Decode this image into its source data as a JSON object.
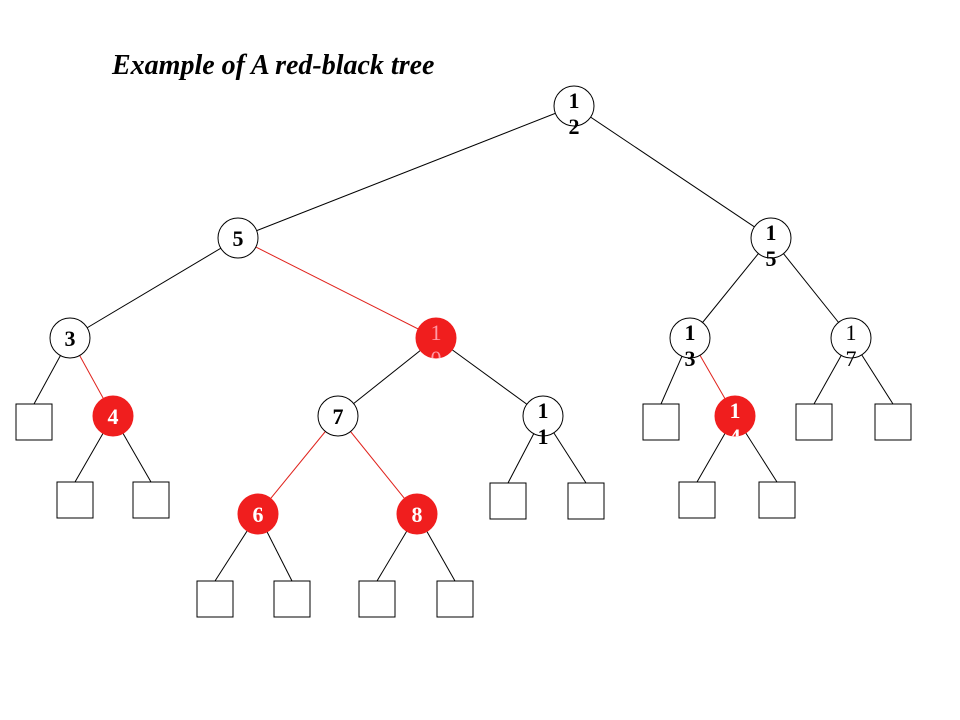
{
  "title": "Example of A red-black tree",
  "colors": {
    "red": "#f01e1e",
    "black": "#000000",
    "white": "#ffffff"
  },
  "nodes": [
    {
      "id": "n12",
      "color": "black",
      "lines": [
        "1",
        "2"
      ]
    },
    {
      "id": "n5",
      "color": "black",
      "lines": [
        "5"
      ]
    },
    {
      "id": "n15",
      "color": "black",
      "lines": [
        "1",
        "5"
      ]
    },
    {
      "id": "n3",
      "color": "black",
      "lines": [
        "3"
      ]
    },
    {
      "id": "n10",
      "color": "red",
      "lines": [
        "1",
        "0"
      ]
    },
    {
      "id": "n13",
      "color": "black",
      "lines": [
        "1",
        "3"
      ]
    },
    {
      "id": "n17",
      "color": "black",
      "lines": [
        "1",
        "7"
      ]
    },
    {
      "id": "n4",
      "color": "red",
      "lines": [
        "4"
      ]
    },
    {
      "id": "n7",
      "color": "black",
      "lines": [
        "7"
      ]
    },
    {
      "id": "n11",
      "color": "black",
      "lines": [
        "1",
        "1"
      ]
    },
    {
      "id": "n14",
      "color": "red",
      "lines": [
        "1",
        "4"
      ]
    },
    {
      "id": "n6",
      "color": "red",
      "lines": [
        "6"
      ]
    },
    {
      "id": "n8",
      "color": "red",
      "lines": [
        "8"
      ]
    }
  ],
  "edges": [
    {
      "from": "n12",
      "to": "n5",
      "color": "black"
    },
    {
      "from": "n12",
      "to": "n15",
      "color": "black"
    },
    {
      "from": "n5",
      "to": "n3",
      "color": "black"
    },
    {
      "from": "n5",
      "to": "n10",
      "color": "red"
    },
    {
      "from": "n15",
      "to": "n13",
      "color": "black"
    },
    {
      "from": "n15",
      "to": "n17",
      "color": "black"
    },
    {
      "from": "n3",
      "to": "n4",
      "color": "red"
    },
    {
      "from": "n10",
      "to": "n7",
      "color": "black"
    },
    {
      "from": "n10",
      "to": "n11",
      "color": "black"
    },
    {
      "from": "n13",
      "to": "n14",
      "color": "red"
    },
    {
      "from": "n7",
      "to": "n6",
      "color": "red"
    },
    {
      "from": "n7",
      "to": "n8",
      "color": "red"
    }
  ],
  "nil_leaves": [
    {
      "id": "l3a",
      "parent": "n3"
    },
    {
      "id": "l4a",
      "parent": "n4"
    },
    {
      "id": "l4b",
      "parent": "n4"
    },
    {
      "id": "l6a",
      "parent": "n6"
    },
    {
      "id": "l6b",
      "parent": "n6"
    },
    {
      "id": "l8a",
      "parent": "n8"
    },
    {
      "id": "l8b",
      "parent": "n8"
    },
    {
      "id": "l11a",
      "parent": "n11"
    },
    {
      "id": "l11b",
      "parent": "n11"
    },
    {
      "id": "l13a",
      "parent": "n13"
    },
    {
      "id": "l14a",
      "parent": "n14"
    },
    {
      "id": "l14b",
      "parent": "n14"
    },
    {
      "id": "l17a",
      "parent": "n17"
    },
    {
      "id": "l17b",
      "parent": "n17"
    }
  ]
}
